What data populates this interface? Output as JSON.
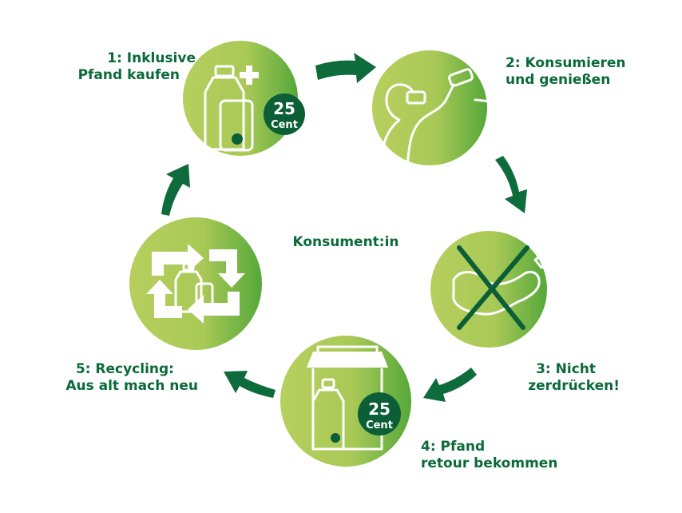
{
  "title": "Konsument:in",
  "steps": [
    {
      "label_line1": "1: Inklusive",
      "label_line2": "Pfand kaufen",
      "icon": "bottle-can-plus-icon"
    },
    {
      "label_line1": "2: Konsumieren",
      "label_line2": "und genießen",
      "icon": "people-drinking-icon"
    },
    {
      "label_line1": "3: Nicht",
      "label_line2": "zerdrücken!",
      "icon": "crushed-bottle-crossed-icon"
    },
    {
      "label_line1": "4: Pfand",
      "label_line2": "retour bekommen",
      "icon": "shop-return-icon"
    },
    {
      "label_line1": "5: Recycling:",
      "label_line2": "Aus alt mach neu",
      "icon": "recycle-icon"
    }
  ],
  "coin": {
    "amount": "25",
    "unit": "Cent"
  },
  "colors": {
    "text": "#0b6a3a",
    "arrow": "#0e6b3b",
    "circle_light": "#b7cf5e",
    "circle_dark": "#55a83a",
    "coin": "#0b5e36"
  }
}
